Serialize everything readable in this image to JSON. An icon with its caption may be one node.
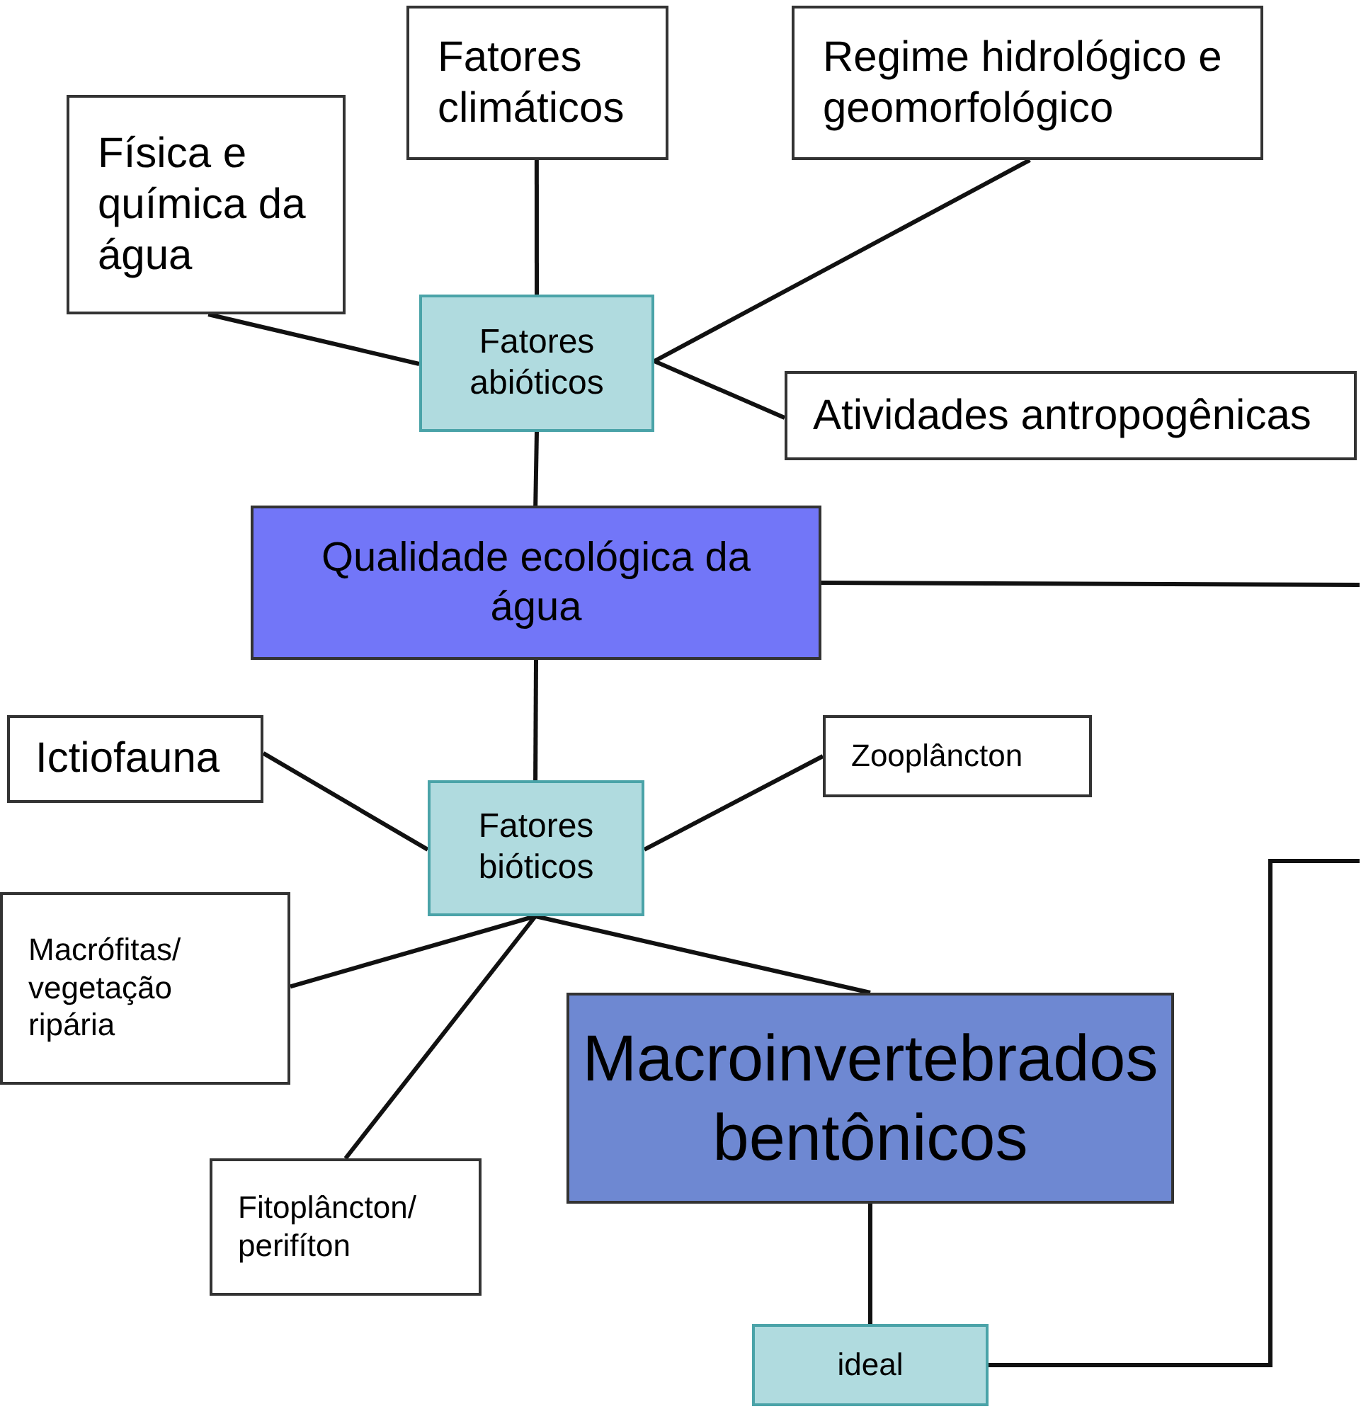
{
  "diagram": {
    "nodes": [
      {
        "text": [
          "Física e química da água"
        ]
      },
      {
        "text": [
          "Fatores climáticos"
        ]
      },
      {
        "text": [
          "Regime hidrológico e geomorfológico"
        ]
      },
      {
        "text": [
          "Fatores abióticos"
        ]
      },
      {
        "text": [
          "Atividades antropogênicas"
        ]
      },
      {
        "text": [
          "Qualidade ecológica da água"
        ]
      },
      {
        "text": [
          "Ictiofauna"
        ]
      },
      {
        "text": [
          "Zooplâncton"
        ]
      },
      {
        "text": [
          "Fatores bióticos"
        ]
      },
      {
        "text": [
          "Macrófitas/ vegetação ripária"
        ]
      },
      {
        "text": [
          "Macroinvertebrados bentônicos"
        ]
      },
      {
        "text": [
          "Fitoplâncton/ perifíton"
        ]
      },
      {
        "text": [
          "ideal"
        ]
      }
    ],
    "edges": [
      {
        "from": 0,
        "to": 3,
        "arrow": "none"
      },
      {
        "from": 1,
        "to": 3,
        "arrow": "none"
      },
      {
        "from": 2,
        "to": 3,
        "arrow": "none"
      },
      {
        "from": 3,
        "to": 4,
        "arrow": "none"
      },
      {
        "from": 3,
        "to": 5,
        "arrow": "none"
      },
      {
        "from": 5,
        "to": null,
        "arrow": "none"
      },
      {
        "from": 5,
        "to": 8,
        "arrow": "none"
      },
      {
        "from": 6,
        "to": 8,
        "arrow": "none"
      },
      {
        "from": 7,
        "to": 8,
        "arrow": "none"
      },
      {
        "from": 8,
        "to": 9,
        "arrow": "none"
      },
      {
        "from": 8,
        "to": 10,
        "arrow": "none"
      },
      {
        "from": 8,
        "to": 11,
        "arrow": "none"
      },
      {
        "from": 10,
        "to": 12,
        "arrow": "none"
      },
      {
        "from": 12,
        "to": null,
        "arrow": "none"
      }
    ]
  }
}
